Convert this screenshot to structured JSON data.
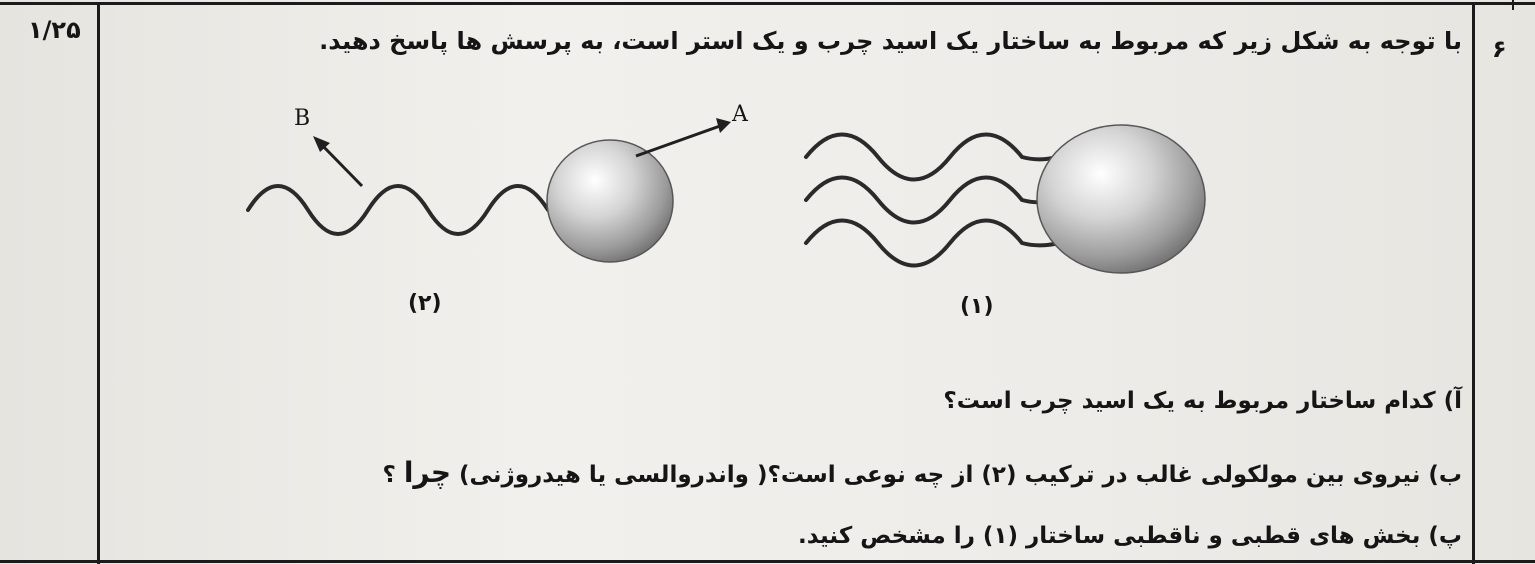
{
  "score": "۱/۲۵",
  "question_number": "۶",
  "intro_text": "با توجه به  شکل زیر که مربوط به ساختار یک اسید چرب و یک استر است، به پرسش ها پاسخ دهید.",
  "figure": {
    "label_a": "A",
    "label_b": "B",
    "caption_2": "(۲)",
    "caption_1": "(۱)"
  },
  "questions": {
    "a": "آ) کدام ساختار مربوط به یک اسید چرب است؟",
    "b_main": "ب) نیروی بین مولکولی غالب در ترکیب (۲) از چه نوعی است؟( واندروالسی یا هیدروژنی)",
    "b_emph": "چرا",
    "b_end": "؟",
    "c": "پ)  بخش های قطبی و ناقطبی ساختار (۱) را مشخص کنید."
  }
}
